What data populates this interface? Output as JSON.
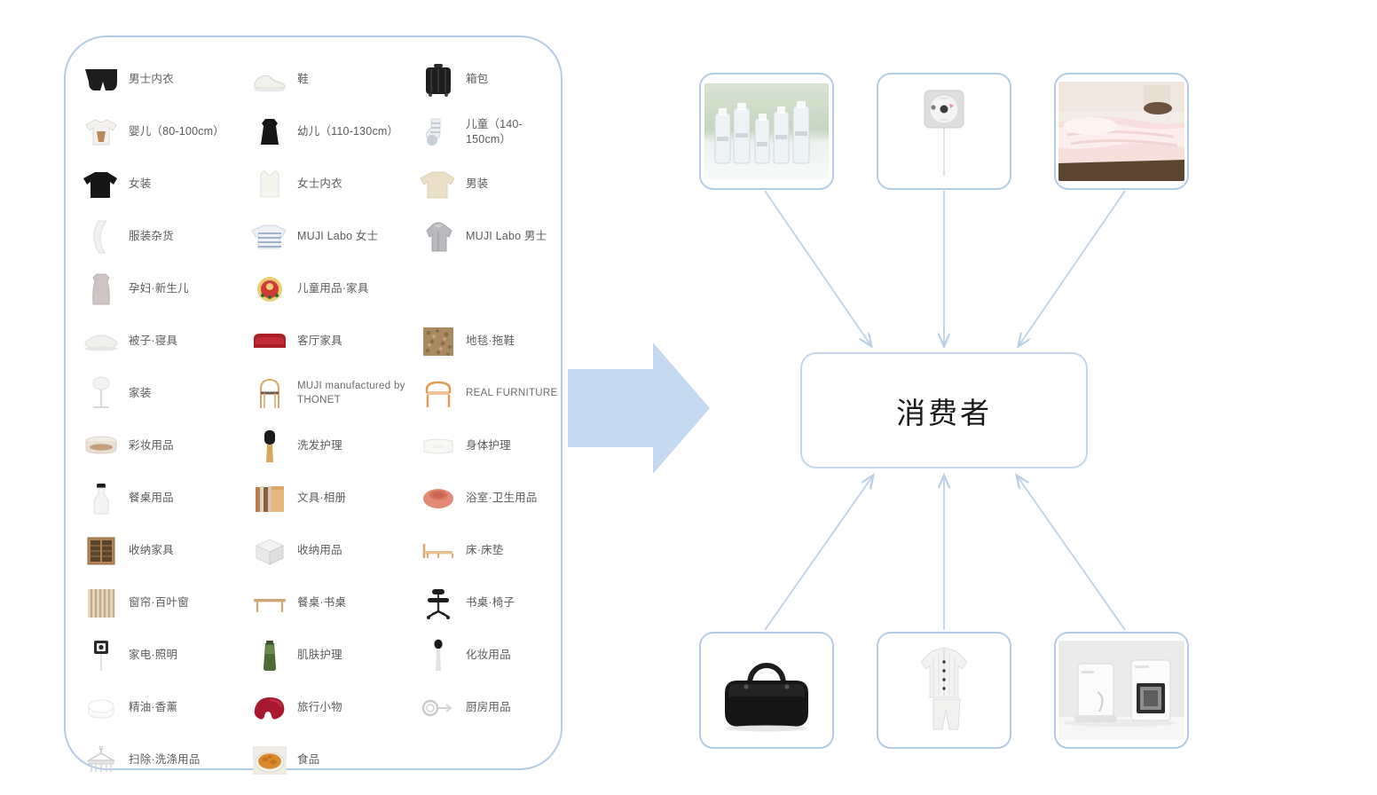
{
  "diagram_title": "MUJI product categories flowing to consumer",
  "colors": {
    "panel_border": "#b6cbe6",
    "node_border": "#b6cbe6",
    "arrow_fill": "#c5d9f1",
    "edge_stroke": "#c3d6ec",
    "label_text": "#5b5b5b",
    "consumer_text": "#1a1a1a"
  },
  "left_panel": {
    "name": "product-category-list",
    "columns": 3,
    "categories": [
      {
        "label": "男士内衣",
        "icon": "boxer-briefs-icon"
      },
      {
        "label": "鞋",
        "icon": "sneakers-icon"
      },
      {
        "label": "箱包",
        "icon": "suitcase-icon"
      },
      {
        "label": "婴儿（80-100cm）",
        "icon": "baby-tshirt-icon"
      },
      {
        "label": "幼儿（110-130cm）",
        "icon": "toddler-dress-icon"
      },
      {
        "label": "儿童（140-150cm）",
        "icon": "kids-socks-icon"
      },
      {
        "label": "女装",
        "icon": "womens-sweater-icon"
      },
      {
        "label": "女士内衣",
        "icon": "camisole-icon"
      },
      {
        "label": "男装",
        "icon": "mens-sweater-icon"
      },
      {
        "label": "服装杂货",
        "icon": "scarf-icon"
      },
      {
        "label": "MUJI Labo 女士",
        "icon": "striped-shirt-icon"
      },
      {
        "label": "MUJI Labo 男士",
        "icon": "grey-hoodie-icon"
      },
      {
        "label": "孕妇·新生儿",
        "icon": "maternity-dress-icon"
      },
      {
        "label": "儿童用品·家具",
        "icon": "kids-toy-icon"
      },
      {
        "label": "",
        "icon": ""
      },
      {
        "label": "被子·寝具",
        "icon": "pillow-icon"
      },
      {
        "label": "客厅家具",
        "icon": "red-sofa-icon"
      },
      {
        "label": "地毯·拖鞋",
        "icon": "rug-icon"
      },
      {
        "label": "家装",
        "icon": "floor-lamp-icon"
      },
      {
        "label": "MUJI manufactured by THONET",
        "icon": "thonet-chair-icon",
        "latin": true
      },
      {
        "label": "REAL FURNITURE",
        "icon": "wood-armchair-icon",
        "latin": true
      },
      {
        "label": "彩妆用品",
        "icon": "makeup-compact-icon"
      },
      {
        "label": "洗发护理",
        "icon": "hair-brush-icon"
      },
      {
        "label": "身体护理",
        "icon": "wet-wipes-icon"
      },
      {
        "label": "餐桌用品",
        "icon": "glass-carafe-icon"
      },
      {
        "label": "文具·相册",
        "icon": "notebooks-icon"
      },
      {
        "label": "浴室·卫生用品",
        "icon": "bath-stool-icon"
      },
      {
        "label": "收纳家具",
        "icon": "shelf-cabinet-icon"
      },
      {
        "label": "收纳用品",
        "icon": "storage-box-icon"
      },
      {
        "label": "床·床垫",
        "icon": "bed-frame-icon"
      },
      {
        "label": "窗帘·百叶窗",
        "icon": "curtain-icon"
      },
      {
        "label": "餐桌·书桌",
        "icon": "wood-table-icon"
      },
      {
        "label": "书桌·椅子",
        "icon": "office-chair-icon"
      },
      {
        "label": "家电·照明",
        "icon": "wall-appliance-icon"
      },
      {
        "label": "肌肤护理",
        "icon": "skincare-tube-icon"
      },
      {
        "label": "化妆用品",
        "icon": "makeup-brush-icon"
      },
      {
        "label": "精油·香薰",
        "icon": "aroma-diffuser-icon"
      },
      {
        "label": "旅行小物",
        "icon": "travel-pillow-icon"
      },
      {
        "label": "厨房用品",
        "icon": "kitchen-tools-icon"
      },
      {
        "label": "扫除·洗涤用品",
        "icon": "laundry-hanger-icon"
      },
      {
        "label": "食品",
        "icon": "food-curry-icon"
      },
      {
        "label": "",
        "icon": ""
      }
    ]
  },
  "right_diagram": {
    "center_node": {
      "label": "消费者",
      "name": "consumer-node"
    },
    "top_nodes": [
      {
        "name": "product-node-skincare-bottles",
        "image": "skincare-toner-bottles"
      },
      {
        "name": "product-node-wall-cd-player",
        "image": "wall-mounted-cd-player"
      },
      {
        "name": "product-node-bedding",
        "image": "pink-bed-linens"
      }
    ],
    "bottom_nodes": [
      {
        "name": "product-node-handbag",
        "image": "black-leather-handbag"
      },
      {
        "name": "product-node-pajamas",
        "image": "white-striped-pajamas"
      },
      {
        "name": "product-node-appliances",
        "image": "white-kettle-and-toaster"
      }
    ],
    "edge_count": 6,
    "edge_direction": "toward-consumer"
  },
  "flow_arrow": {
    "name": "flow-arrow-right",
    "direction": "right"
  }
}
